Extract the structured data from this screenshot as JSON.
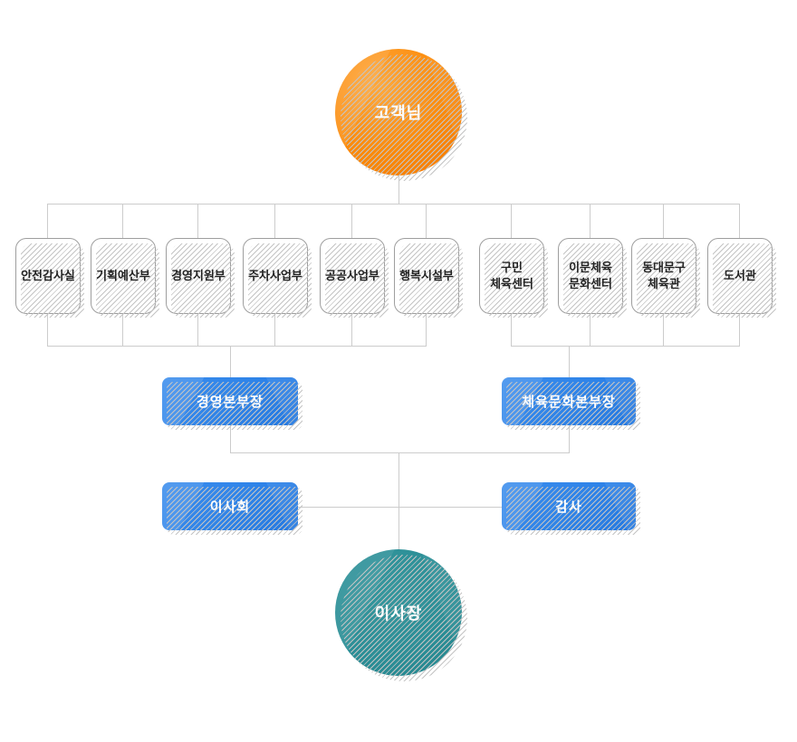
{
  "chart": {
    "type": "org-chart",
    "top": {
      "label": "고객님"
    },
    "departments": [
      {
        "label": "안전감사실"
      },
      {
        "label": "기획예산부"
      },
      {
        "label": "경영지원부"
      },
      {
        "label": "주차사업부"
      },
      {
        "label": "공공사업부"
      },
      {
        "label": "행복시설부"
      },
      {
        "label": "구민\n체육센터"
      },
      {
        "label": "이문체육\n문화센터"
      },
      {
        "label": "동대문구\n체육관"
      },
      {
        "label": "도서관"
      }
    ],
    "managers": [
      {
        "label": "경영본부장"
      },
      {
        "label": "체육문화본부장"
      }
    ],
    "governance": [
      {
        "label": "이사회"
      },
      {
        "label": "감사"
      }
    ],
    "bottom": {
      "label": "이사장"
    },
    "colors": {
      "orange": "#f88202",
      "blue": "#2e83e8",
      "teal": "#2b8e96",
      "line": "#cccccc",
      "box_border": "#9e9e9e"
    }
  }
}
